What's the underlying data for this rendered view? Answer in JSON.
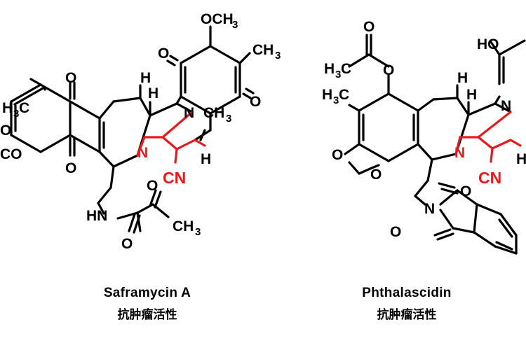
{
  "figure": {
    "type": "chemical-structure-comparison",
    "background": "#ffffff",
    "black": "#000000",
    "red": "#e8191c",
    "molecules": [
      {
        "id": "saframycin-a",
        "name_en": "Saframycin A",
        "name_zh": "抗肿瘤活性",
        "atom_labels": [
          "OCH",
          "3",
          "O",
          "CH",
          "3",
          "H",
          "O",
          "N",
          "CH",
          "3",
          "H",
          "3",
          "C",
          "O",
          "O",
          "CO",
          "O",
          "N",
          "H",
          "CN",
          "O",
          "HN",
          "O",
          "CH",
          "3"
        ]
      },
      {
        "id": "phthalascidin",
        "name_en": "Phthalascidin",
        "name_zh": "抗肿瘤活性",
        "atom_labels": [
          "O",
          "HO",
          "H",
          "3",
          "C",
          "O",
          "H",
          "3",
          "C",
          "H",
          "N",
          "O",
          "O",
          "N",
          "CN",
          "H",
          "N",
          "O",
          "O"
        ]
      }
    ]
  },
  "left_molecule": {
    "caption_en": "Saframycin A",
    "caption_zh": "抗肿瘤活性",
    "labels": {
      "och3": "OCH",
      "och3_sub": "3",
      "ch3_top": "CH",
      "ch3_top_sub": "3",
      "o_topleft": "O",
      "o_quinone_top": "O",
      "h3c": "H",
      "h3c_sub": "3",
      "h3c_c": "C",
      "o_left_upper": "O",
      "o_left_lower": "O",
      "co": "CO",
      "h_upper": "H",
      "h_right": "H",
      "n_upper": "N",
      "n_ch3": "CH",
      "n_ch3_sub": "3",
      "n_lower": "N",
      "h_lower": "H",
      "cn": "CN",
      "o_amide_upper": "O",
      "hn": "HN",
      "o_amide_lower": "O",
      "ch3_bottom": "CH",
      "ch3_bottom_sub": "3"
    }
  },
  "right_molecule": {
    "caption_en": "Phthalascidin",
    "caption_zh": "抗肿瘤活性",
    "labels": {
      "o_acetyl_top": "O",
      "ho": "HO",
      "h3c_acetyl": "H",
      "h3c_acetyl_sub": "3",
      "h3c_acetyl_c": "C",
      "o_ester": "O",
      "h3c_ring": "H",
      "h3c_ring_sub": "3",
      "h3c_ring_c": "C",
      "o_diox_upper": "O",
      "o_diox_lower": "O",
      "h_upper": "H",
      "h_right": "H",
      "n_upper": "N",
      "n_lower": "N",
      "cn": "CN",
      "h_cn": "H",
      "n_imide": "N",
      "o_imide_upper": "O",
      "o_imide_lower": "O"
    }
  }
}
